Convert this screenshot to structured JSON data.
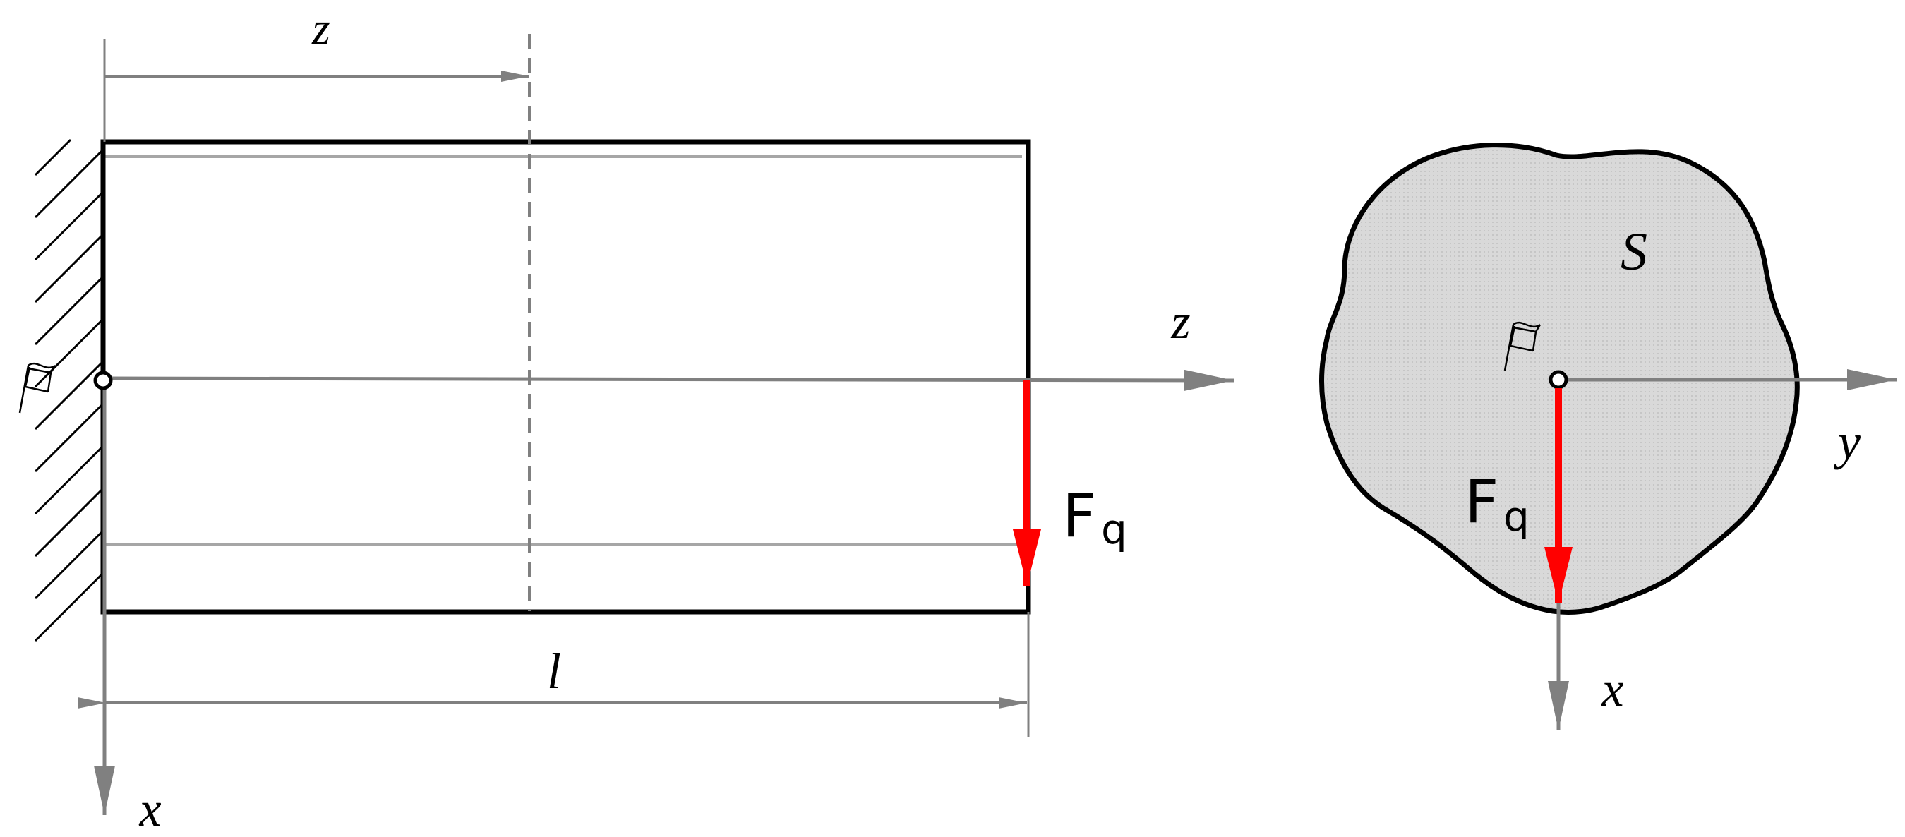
{
  "colors": {
    "outline": "#000000",
    "axis": "#808080",
    "force": "#ff0000",
    "section_fill": "#d9d9d9",
    "thin_line": "#a6a6a6"
  },
  "beam_view": {
    "labels": {
      "z_position": "z",
      "z_axis": "z",
      "x_axis": "x",
      "length": "l",
      "force_main": "F",
      "force_sub": "q"
    }
  },
  "section_view": {
    "labels": {
      "area": "S",
      "y_axis": "y",
      "x_axis": "x",
      "force_main": "F",
      "force_sub": "q"
    }
  }
}
